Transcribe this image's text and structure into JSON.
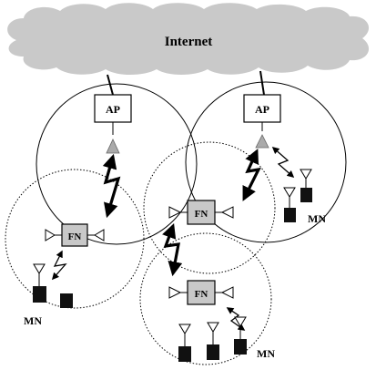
{
  "cloud": {
    "label": "Internet"
  },
  "access_points": [
    {
      "label": "AP"
    },
    {
      "label": "AP"
    }
  ],
  "forwarding_nodes": [
    {
      "label": "FN"
    },
    {
      "label": "FN"
    },
    {
      "label": "FN"
    }
  ],
  "mobile_node_labels": [
    {
      "label": "MN"
    },
    {
      "label": "MN"
    },
    {
      "label": "MN"
    }
  ],
  "colors": {
    "cloud": "#c9c9c9",
    "node_fill": "#c8c8c8",
    "mobile_node": "#111111",
    "ap_antenna": "#aaaaaa"
  }
}
